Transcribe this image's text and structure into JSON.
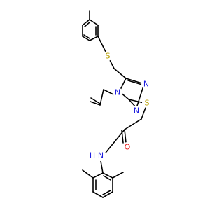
{
  "molecule": {
    "atom_labels": {
      "thioether_s": "S",
      "sulfanyl_s": "S",
      "triazole_n4": "N",
      "triazole_n2": "N",
      "triazole_n1": "N",
      "carbonyl_o": "O",
      "amide_nh": "N",
      "amide_h": "H"
    },
    "colors": {
      "bond": "#000000",
      "sulfur": "#b8a000",
      "nitrogen": "#1f1fdf",
      "oxygen": "#e61a1a"
    }
  }
}
